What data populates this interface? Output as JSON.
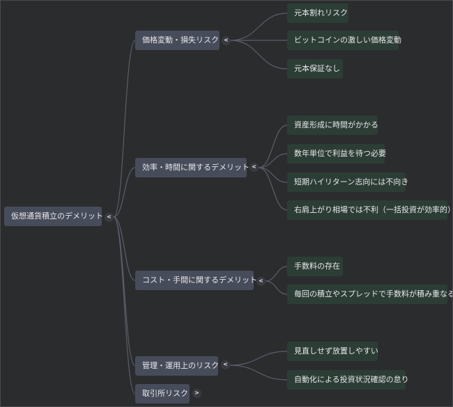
{
  "mindmap": {
    "root": {
      "label": "仮想通貨積立のデメリット",
      "toggle": "<"
    },
    "branches": [
      {
        "label": "価格変動・損失リスク",
        "toggle": "<",
        "leaves": [
          "元本割れリスク",
          "ビットコインの激しい価格変動",
          "元本保証なし"
        ]
      },
      {
        "label": "効率・時間に関するデメリット",
        "toggle": "<",
        "leaves": [
          "資産形成に時間がかかる",
          "数年単位で利益を待つ必要",
          "短期ハイリターン志向には不向き",
          "右肩上がり相場では不利（一括投資が効率的）"
        ]
      },
      {
        "label": "コスト・手間に関するデメリット",
        "toggle": "<",
        "leaves": [
          "手数料の存在",
          "毎回の積立やスプレッドで手数料が積み重なる"
        ]
      },
      {
        "label": "管理・運用上のリスク",
        "toggle": "<",
        "leaves": [
          "見直しせず放置しやすい",
          "自動化による投資状況確認の怠り"
        ]
      },
      {
        "label": "取引所リスク",
        "toggle": ">",
        "leaves": []
      }
    ]
  }
}
